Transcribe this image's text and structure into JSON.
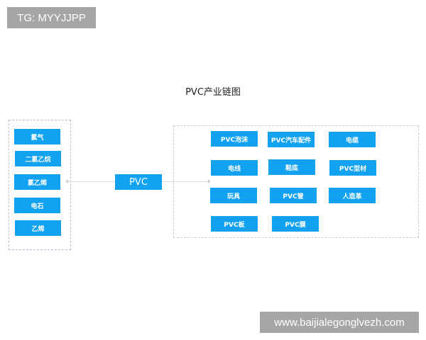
{
  "watermarks": {
    "top": "TG: MYYJJPP",
    "bottom": "www.baijialegonglvezh.com"
  },
  "diagram": {
    "title": "PVC产业链图",
    "center_node": "PVC",
    "upstream": [
      "氯气",
      "二氯乙烷",
      "氯乙烯",
      "电石",
      "乙烯"
    ],
    "downstream": [
      [
        "PVC泡沫",
        "PVC汽车配件",
        "电缆"
      ],
      [
        "电线",
        "鞋底",
        "PVC型材"
      ],
      [
        "玩具",
        "PVC管",
        "人造革"
      ],
      [
        "PVC板",
        "PVC膜"
      ]
    ],
    "colors": {
      "node_fill": "#12a2ef",
      "node_text": "#ffffff",
      "group_border": "#c7ccd6",
      "connector": "#d9dde3"
    }
  }
}
